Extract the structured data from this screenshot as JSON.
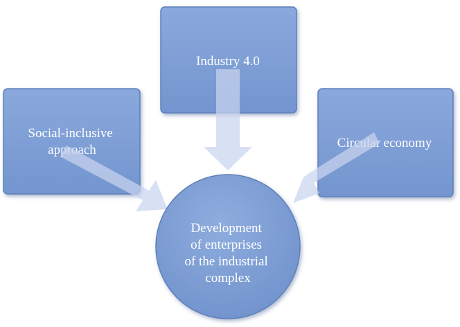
{
  "diagram": {
    "top_node": {
      "label": "Industry 4.0"
    },
    "left_node": {
      "line1": "Social-inclusive",
      "line2": "approach"
    },
    "right_node": {
      "label": "Circular economy"
    },
    "center_node": {
      "line1": "Development",
      "line2": "of enterprises",
      "line3": "of the industrial",
      "line4": "complex"
    }
  },
  "colors": {
    "box_fill": "#7f9fd4",
    "box_border": "#5f80b8",
    "arrow_fill": "#c9d4ee",
    "text": "#ffffff"
  }
}
